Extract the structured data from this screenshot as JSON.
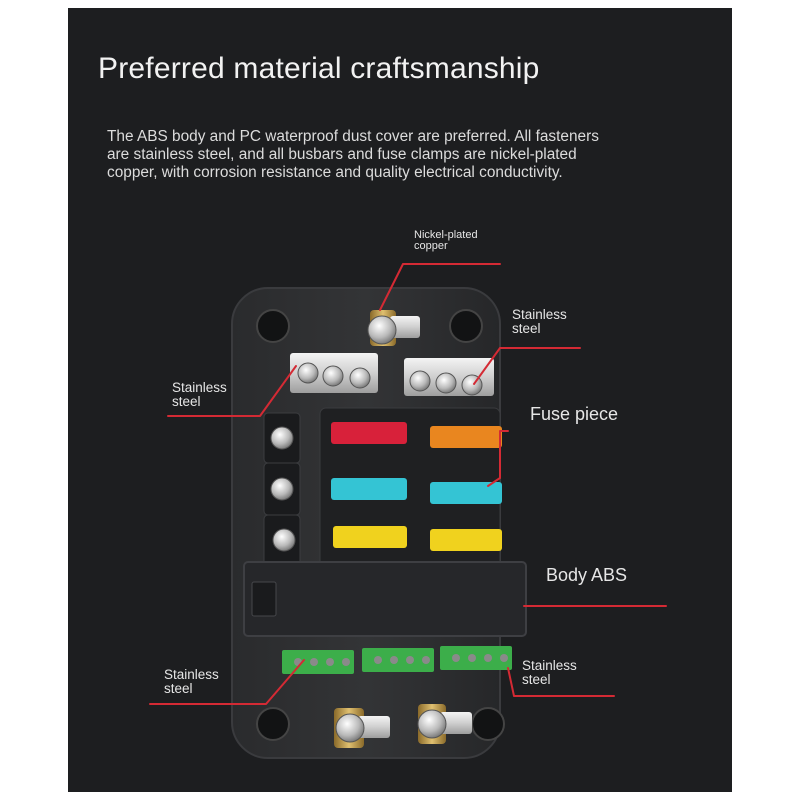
{
  "heading": {
    "title": "Preferred material craftsmanship",
    "description_lines": [
      "The ABS body and PC waterproof dust cover are preferred. All fasteners",
      "are stainless steel, and all busbars and fuse clamps are nickel-plated",
      "copper, with corrosion resistance and        quality electrical conductivity."
    ]
  },
  "callouts": {
    "nickel": [
      "Nickel-plated",
      "copper"
    ],
    "stainless_top_right": [
      "Stainless",
      "steel"
    ],
    "stainless_left": [
      "Stainless",
      "steel"
    ],
    "fuse_piece": "Fuse piece",
    "body_abs": "Body ABS",
    "stainless_bottom_left": [
      "Stainless",
      "steel"
    ],
    "stainless_bottom_right": [
      "Stainless",
      "steel"
    ]
  },
  "colors": {
    "panel_bg": "#1d1e20",
    "leader_red": "#d42a34",
    "fuse_red": "#d8213a",
    "fuse_orange": "#e9861f",
    "fuse_cyan": "#34c4d4",
    "fuse_yellow": "#f0d21e",
    "terminal_green": "#3cae4a"
  }
}
